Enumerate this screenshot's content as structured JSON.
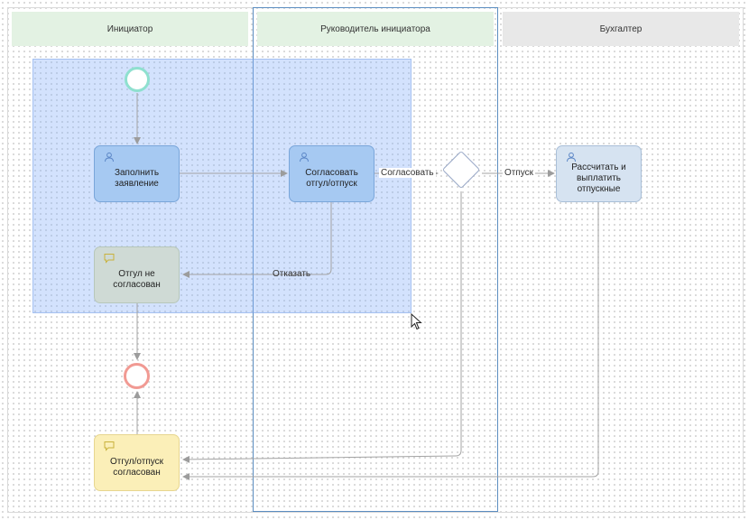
{
  "lanes": {
    "initiator": "Инициатор",
    "manager": "Руководитель инициатора",
    "accountant": "Бухгалтер"
  },
  "tasks": {
    "fill_application": "Заполнить заявление",
    "approve_leave": "Согласовать отгул/отпуск",
    "not_approved": "Отгул не согласован",
    "approved": "Отгул/отпуск согласован",
    "calculate_pay": "Рассчитать и выплатить отпускные"
  },
  "edge_labels": {
    "approve": "Согласовать",
    "vacation": "Отпуск",
    "reject": "Отказать"
  },
  "icons": {
    "user_task": "user-icon",
    "message_task": "message-icon",
    "start": "start-event",
    "end": "end-event",
    "gateway": "exclusive-gateway",
    "cursor": "mouse-cursor-icon"
  },
  "colors": {
    "lane_header_green": "#e3f2e3",
    "lane_header_gray": "#e8e8e8",
    "task_blue": "#a6c9f2",
    "task_yellow": "#fbefb8",
    "start_event": "#8fe0cf",
    "end_event": "#f19a93",
    "selection": "#8cb4fa"
  }
}
